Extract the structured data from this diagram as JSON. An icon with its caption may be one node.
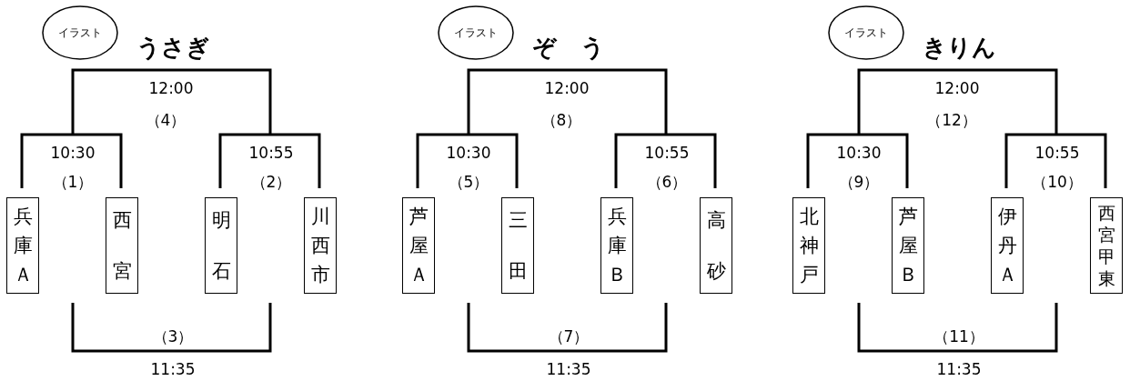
{
  "diagram": {
    "nodes": [
      {
        "text": [
          "イラスト"
        ]
      },
      {
        "text": [
          "兵庫Ａ"
        ]
      },
      {
        "text": [
          "西宮"
        ]
      },
      {
        "text": [
          "明石"
        ]
      },
      {
        "text": [
          "川西市"
        ]
      },
      {
        "text": [
          "イラスト"
        ]
      },
      {
        "text": [
          "芦屋Ａ"
        ]
      },
      {
        "text": [
          "三田"
        ]
      },
      {
        "text": [
          "兵庫Ｂ"
        ]
      },
      {
        "text": [
          "高砂"
        ]
      },
      {
        "text": [
          "イラスト"
        ]
      },
      {
        "text": [
          "北神戸"
        ]
      },
      {
        "text": [
          "芦屋Ｂ"
        ]
      },
      {
        "text": [
          "伊丹Ａ"
        ]
      },
      {
        "text": [
          "西宮甲東"
        ]
      }
    ],
    "edges": [],
    "labels": [
      "うさぎ",
      "12:00",
      "（4）",
      "10:30",
      "10:55",
      "（1）",
      "（2）",
      "（3）",
      "11:35",
      "ぞ　う",
      "12:00",
      "（8）",
      "10:30",
      "10:55",
      "（5）",
      "（6）",
      "（7）",
      "11:35",
      "きりん",
      "12:00",
      "（12）",
      "10:30",
      "10:55",
      "（9）",
      "（10）",
      "（11）",
      "11:35"
    ]
  }
}
